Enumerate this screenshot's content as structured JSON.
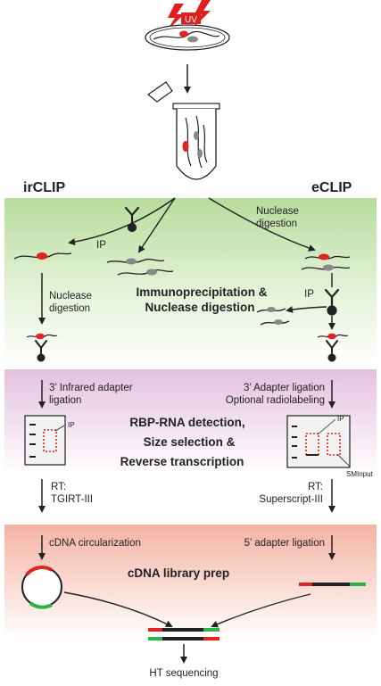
{
  "colors": {
    "band_green": "#c9e6b4",
    "band_purple": "#ecd3e8",
    "band_salmon": "#f6c8bd",
    "rna_red": "#e0241f",
    "adapter_green": "#2db34a",
    "line": "#222222",
    "bolt": "#e01e1e"
  },
  "top": {
    "uv_label": "UV"
  },
  "headers": {
    "left": "irCLIP",
    "right": "eCLIP"
  },
  "band1": {
    "center_line1": "Immunoprecipitation &",
    "center_line2": "Nuclease digestion",
    "ip_left": "IP",
    "nuclease_right_line1": "Nuclease",
    "nuclease_right_line2": "digestion",
    "nuclease_left_line1": "Nuclease",
    "nuclease_left_line2": "digestion",
    "ip_right": "IP"
  },
  "band2": {
    "left_line1": "3’ Infrared adapter",
    "left_line2": "ligation",
    "right_line1": "3’ Adapter ligation",
    "right_line2": "Optional radiolabeling",
    "gel_left_ip": "IP",
    "gel_right_ip": "IP",
    "gel_right_sminput": "SMInput",
    "center_line1": "RBP-RNA detection,",
    "center_line2": "Size selection &",
    "center_line3": "Reverse transcription"
  },
  "rt": {
    "left_line1": "RT:",
    "left_line2": "TGIRT-III",
    "right_line1": "RT:",
    "right_line2": "Superscript-III"
  },
  "band3": {
    "left": "cDNA circularization",
    "right": "5’ adapter ligation",
    "center": "cDNA library prep"
  },
  "bottom": {
    "label": "HT sequencing"
  }
}
